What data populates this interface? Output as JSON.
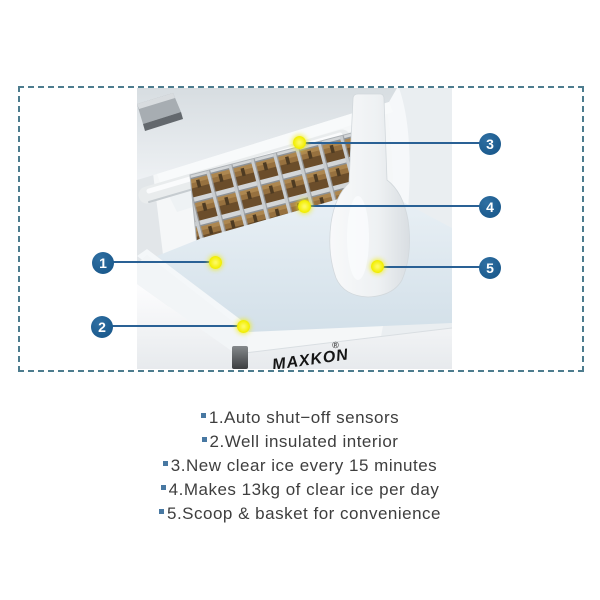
{
  "figure": {
    "frame_color": "#4d7c8e",
    "brand": "MAXKON",
    "registered_mark": "®",
    "callouts": [
      {
        "number": "1"
      },
      {
        "number": "2"
      },
      {
        "number": "3"
      },
      {
        "number": "4"
      },
      {
        "number": "5"
      }
    ]
  },
  "features": [
    "1.Auto shut−off sensors",
    "2.Well insulated interior",
    "3.New clear ice every 15 minutes",
    "4.Makes 13kg of clear ice per day",
    "5.Scoop & basket for convenience"
  ],
  "colors": {
    "callout_circle": "#1b5a8d",
    "callout_line": "#2a6195",
    "marker_dot": "#f2ee00",
    "bullet_square": "#4878a2",
    "feature_text": "#3e3e3e"
  }
}
